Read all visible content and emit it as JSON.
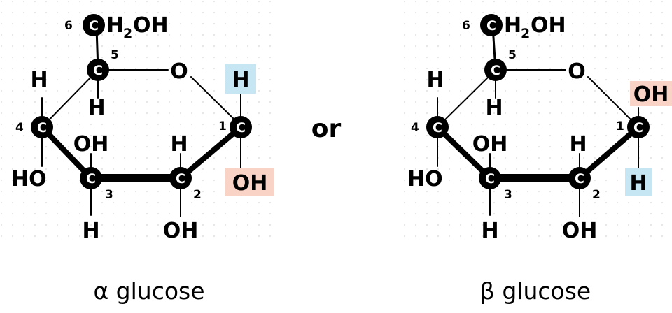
{
  "connector": "or",
  "colors": {
    "axial_h_highlight": "#c6e6f3",
    "axial_oh_highlight": "#f9d3c6",
    "carbon_fill": "#000000"
  },
  "alpha": {
    "caption": "α glucose",
    "carbon_letter": "C",
    "labels": {
      "c6_num": "6",
      "c6_group": "H",
      "c6_sub": "2",
      "c6_oh": "OH",
      "c5_num": "5",
      "ring_o": "O",
      "c4_num": "4",
      "c3_num": "3",
      "c2_num": "2",
      "c1_num": "1",
      "c4_h": "H",
      "c5_h": "H",
      "c4_ho": "HO",
      "c3_oh": "OH",
      "c3_h": "H",
      "c2_h": "H",
      "c2_oh": "OH",
      "c1_top": "H",
      "c1_bottom": "OH"
    }
  },
  "beta": {
    "caption": "β glucose",
    "carbon_letter": "C",
    "labels": {
      "c6_num": "6",
      "c6_group": "H",
      "c6_sub": "2",
      "c6_oh": "OH",
      "c5_num": "5",
      "ring_o": "O",
      "c4_num": "4",
      "c3_num": "3",
      "c2_num": "2",
      "c1_num": "1",
      "c4_h": "H",
      "c5_h": "H",
      "c4_ho": "HO",
      "c3_oh": "OH",
      "c3_h": "H",
      "c2_h": "H",
      "c2_oh": "OH",
      "c1_top": "OH",
      "c1_bottom": "H"
    }
  }
}
